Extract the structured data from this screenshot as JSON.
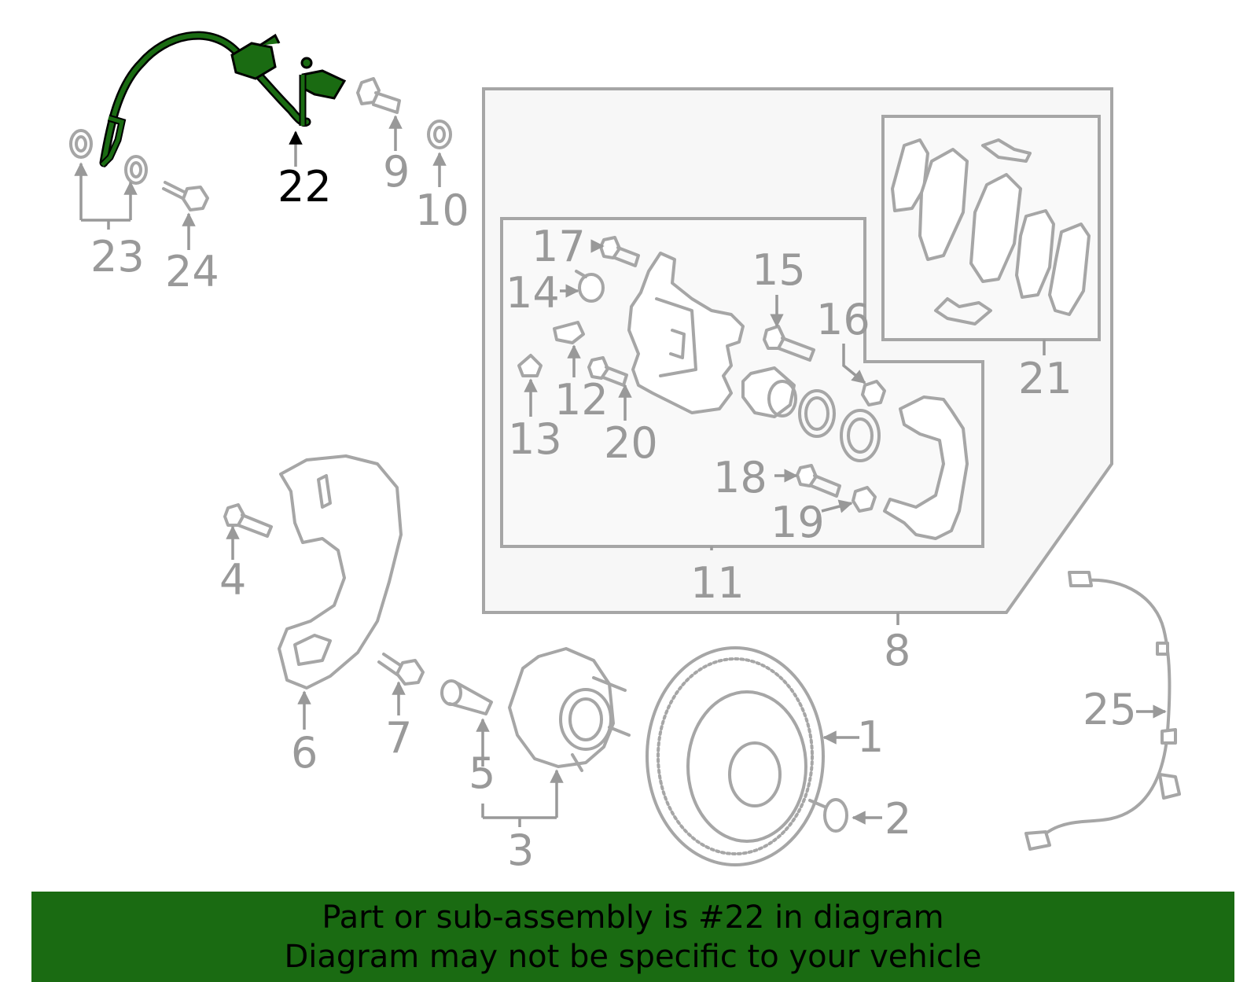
{
  "highlight_color": "#1a6b12",
  "callouts": {
    "c1": "1",
    "c2": "2",
    "c3": "3",
    "c4": "4",
    "c5": "5",
    "c6": "6",
    "c7": "7",
    "c8": "8",
    "c9": "9",
    "c10": "10",
    "c11": "11",
    "c12": "12",
    "c13": "13",
    "c14": "14",
    "c15": "15",
    "c16": "16",
    "c17": "17",
    "c18": "18",
    "c19": "19",
    "c20": "20",
    "c21": "21",
    "c22": "22",
    "c23": "23",
    "c24": "24",
    "c25": "25"
  },
  "banner": {
    "line1": "Part or sub-assembly is #22 in diagram",
    "line2": "Diagram may not be specific to your vehicle"
  }
}
